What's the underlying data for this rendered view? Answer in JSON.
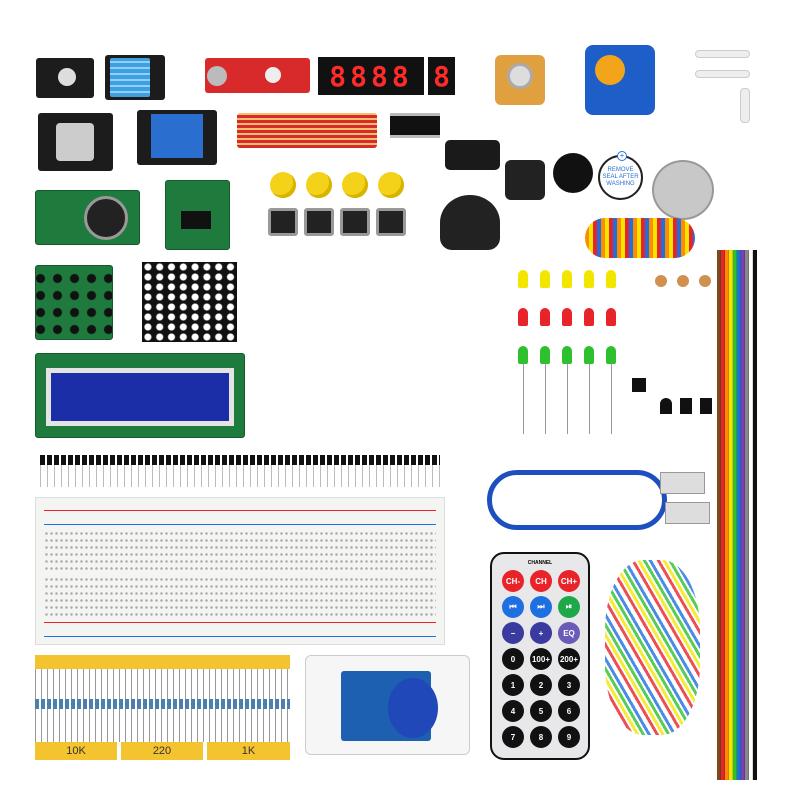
{
  "display": {
    "digits": "8888",
    "last_digit": "8"
  },
  "seal_label": {
    "icon": "plus-icon",
    "text": "REMOVE SEAL AFTER WASHING"
  },
  "resistors": [
    {
      "label": "10K"
    },
    {
      "label": "220"
    },
    {
      "label": "1K"
    }
  ],
  "remote": {
    "header": "CHANNEL",
    "buttons": [
      {
        "label": "CH-",
        "color": "#e8232a"
      },
      {
        "label": "CH",
        "color": "#e8232a"
      },
      {
        "label": "CH+",
        "color": "#e8232a"
      },
      {
        "label": "⏮",
        "color": "#1e6fe0"
      },
      {
        "label": "⏭",
        "color": "#1e6fe0"
      },
      {
        "label": "⏯",
        "color": "#1fa84a"
      },
      {
        "label": "−",
        "color": "#3b3a9e"
      },
      {
        "label": "+",
        "color": "#3b3a9e"
      },
      {
        "label": "EQ",
        "color": "#6a5bb8"
      },
      {
        "label": "0",
        "color": "#111"
      },
      {
        "label": "100+",
        "color": "#111"
      },
      {
        "label": "200+",
        "color": "#111"
      },
      {
        "label": "1",
        "color": "#111"
      },
      {
        "label": "2",
        "color": "#111"
      },
      {
        "label": "3",
        "color": "#111"
      },
      {
        "label": "4",
        "color": "#111"
      },
      {
        "label": "5",
        "color": "#111"
      },
      {
        "label": "6",
        "color": "#111"
      },
      {
        "label": "7",
        "color": "#111"
      },
      {
        "label": "8",
        "color": "#111"
      },
      {
        "label": "9",
        "color": "#111"
      }
    ]
  },
  "led_colors": [
    "#f2e600",
    "#e8232a",
    "#2ec02e"
  ],
  "ribbon_colors": [
    "#7a4a1e",
    "#e8232a",
    "#ff8c00",
    "#f2e600",
    "#2ec02e",
    "#1e6fe0",
    "#7b3fb0",
    "#888",
    "#fff",
    "#111"
  ]
}
